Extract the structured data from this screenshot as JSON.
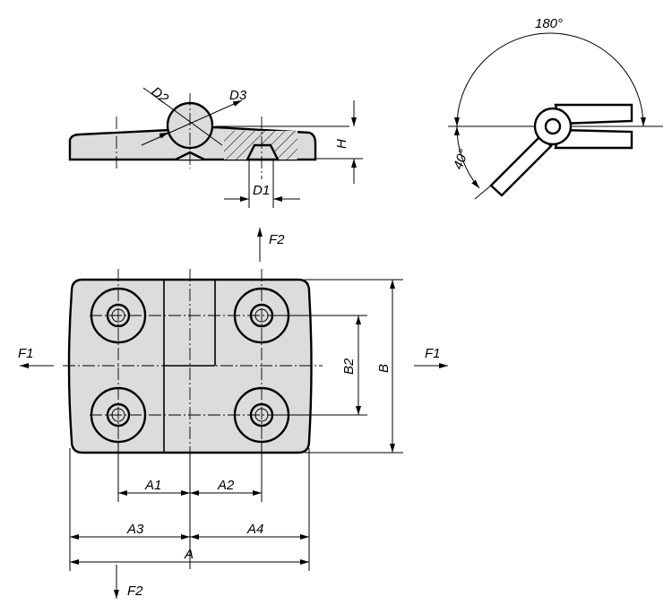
{
  "title": "Hinge dimension drawing",
  "labels": {
    "D1": "D1",
    "D2": "D2",
    "D3": "D3",
    "H": "H",
    "angle_open": "180°",
    "angle_back": "40°",
    "F1_left": "F1",
    "F1_right": "F1",
    "F2_top": "F2",
    "F2_bottom": "F2",
    "A": "A",
    "A1": "A1",
    "A2": "A2",
    "A3": "A3",
    "A4": "A4",
    "B": "B",
    "B2": "B2"
  },
  "colors": {
    "fill": "#dcdcdc",
    "line": "#000000"
  }
}
